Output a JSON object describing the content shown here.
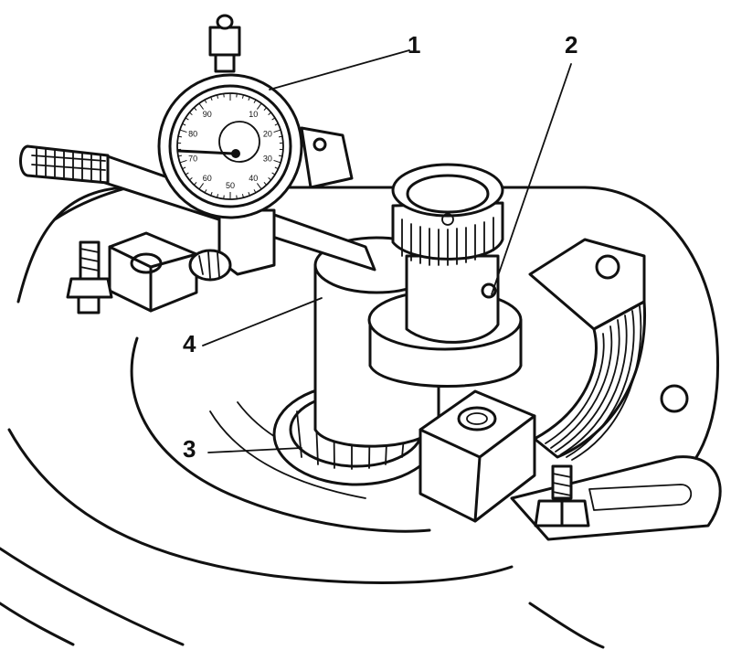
{
  "callouts": [
    {
      "id": "1",
      "label": "1"
    },
    {
      "id": "2",
      "label": "2"
    },
    {
      "id": "3",
      "label": "3"
    },
    {
      "id": "4",
      "label": "4"
    }
  ],
  "dial": {
    "scale_labels": [
      "10",
      "20",
      "30",
      "40",
      "50",
      "60",
      "70",
      "80",
      "90"
    ]
  },
  "colors": {
    "ink": "#111111",
    "paper": "#ffffff"
  }
}
